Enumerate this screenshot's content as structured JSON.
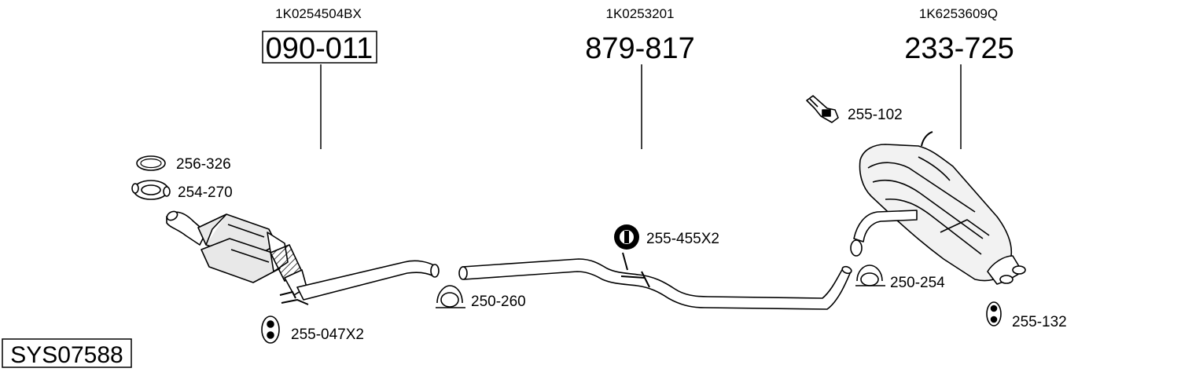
{
  "diagram": {
    "system_id": "SYS07588",
    "main_parts": [
      {
        "part_number": "090-011",
        "oem_number": "1K0254504BX",
        "boxed": true
      },
      {
        "part_number": "879-817",
        "oem_number": "1K0253201",
        "boxed": false
      },
      {
        "part_number": "233-725",
        "oem_number": "1K6253609Q",
        "boxed": false
      }
    ],
    "accessories": [
      {
        "label": "256-326",
        "icon": "gasket-ring-icon"
      },
      {
        "label": "254-270",
        "icon": "flange-clamp-icon"
      },
      {
        "label": "255-047X2",
        "icon": "rubber-hanger-icon"
      },
      {
        "label": "250-260",
        "icon": "u-clamp-icon"
      },
      {
        "label": "255-455X2",
        "icon": "rubber-ring-hanger-icon"
      },
      {
        "label": "255-102",
        "icon": "bracket-icon"
      },
      {
        "label": "250-254",
        "icon": "u-clamp-icon"
      },
      {
        "label": "255-132",
        "icon": "rubber-hanger-icon"
      }
    ]
  }
}
